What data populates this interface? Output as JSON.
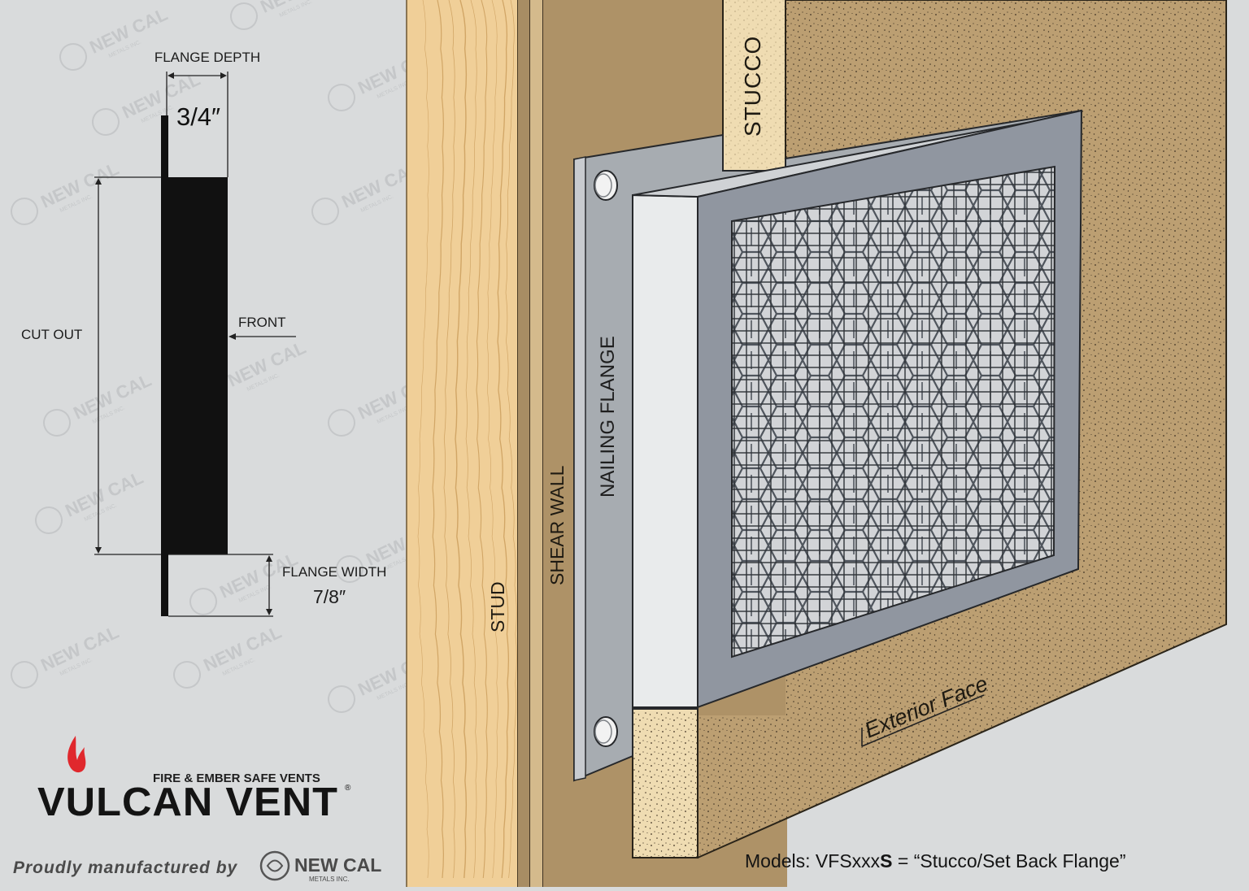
{
  "labels": {
    "flange_depth": "FLANGE DEPTH",
    "flange_depth_value": "3/4″",
    "cut_out": "CUT OUT",
    "front": "FRONT",
    "flange_width": "FLANGE WIDTH",
    "flange_width_value": "7/8″",
    "stucco": "STUCCO",
    "nailing_flange": "NAILING FLANGE",
    "shear_wall": "SHEAR WALL",
    "stud": "STUD",
    "exterior_face": "Exterior Face"
  },
  "logo": {
    "tagline": "FIRE & EMBER SAFE VENTS",
    "brand": "VULCAN VENT",
    "registered": "®"
  },
  "footer": {
    "proudly": "Proudly manufactured by",
    "maker": "NEW CAL",
    "maker_sub": "METALS INC.",
    "models_prefix": "Models: VFSxxx",
    "models_bold": "S",
    "models_suffix": " = “Stucco/Set Back Flange”"
  },
  "watermark": {
    "text": "NEW CAL",
    "sub": "METALS INC."
  },
  "colors": {
    "background": "#d9dbdc",
    "stud_wood": "#f0cf98",
    "shear_wall": "#ae9267",
    "stucco_wall": "#bc9f72",
    "stucco_edge": "#efdcb2",
    "vent_frame": "#8e9399",
    "vent_side": "#d9dcdf",
    "flame_red": "#e0282d",
    "ink": "#1a1a1a"
  },
  "icons": {
    "watermark": "new-cal-logo-icon",
    "flame": "flame-icon"
  }
}
